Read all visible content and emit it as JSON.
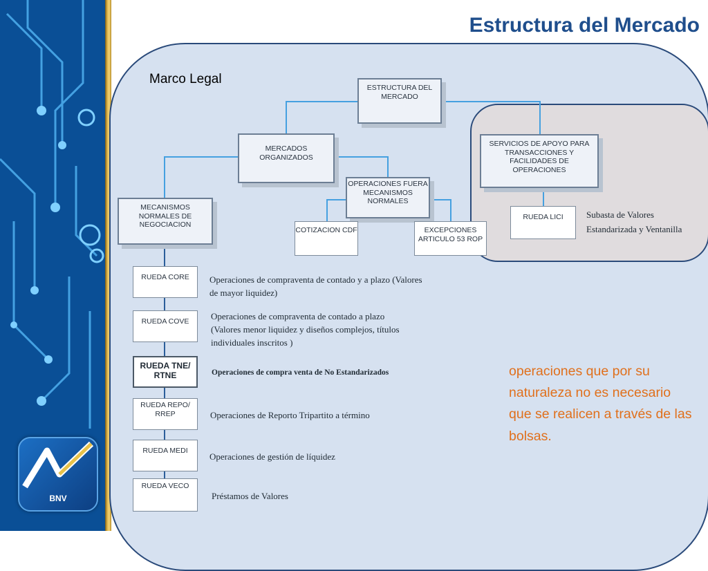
{
  "title": "Estructura del Mercado",
  "marco_legal": "Marco Legal",
  "logo_text": "BNV",
  "boxes": {
    "estructura": "ESTRUCTURA DEL MERCADO",
    "organizados": "MERCADOS ORGANIZADOS",
    "fuera": "OPERACIONES FUERA MECANISMOS NORMALES",
    "mecanismos": "MECANISMOS NORMALES DE NEGOCIACION",
    "cotizacion": "COTIZACION CDF",
    "excepciones": "EXCEPCIONES ARTICULO 53 ROP",
    "servicios": "SERVICIOS DE APOYO PARA TRANSACCIONES Y FACILIDADES DE OPERACIONES",
    "lici": "RUEDA LICI"
  },
  "ruedas": [
    {
      "label": "RUEDA CORE",
      "desc": "Operaciones de compraventa de contado y a plazo (Valores de mayor liquidez)"
    },
    {
      "label": "RUEDA COVE",
      "desc": "Operaciones de compraventa de contado a plazo (Valores menor liquidez y diseños complejos, títulos individuales inscritos )"
    },
    {
      "label": "RUEDA TNE/ RTNE",
      "desc": "Operaciones de compra venta de No Estandarizados"
    },
    {
      "label": "RUEDA REPO/ RREP",
      "desc": "Operaciones de Reporto Tripartito a término"
    },
    {
      "label": "RUEDA MEDI",
      "desc": "Operaciones de gestión de líquidez"
    },
    {
      "label": "RUEDA VECO",
      "desc": "Préstamos de Valores"
    }
  ],
  "subasta_line1": "Subasta de Valores",
  "subasta_line2": "Estandarizada y Ventanilla",
  "note": "operaciones que por su naturaleza no es necesario que se realicen a través de las bolsas."
}
